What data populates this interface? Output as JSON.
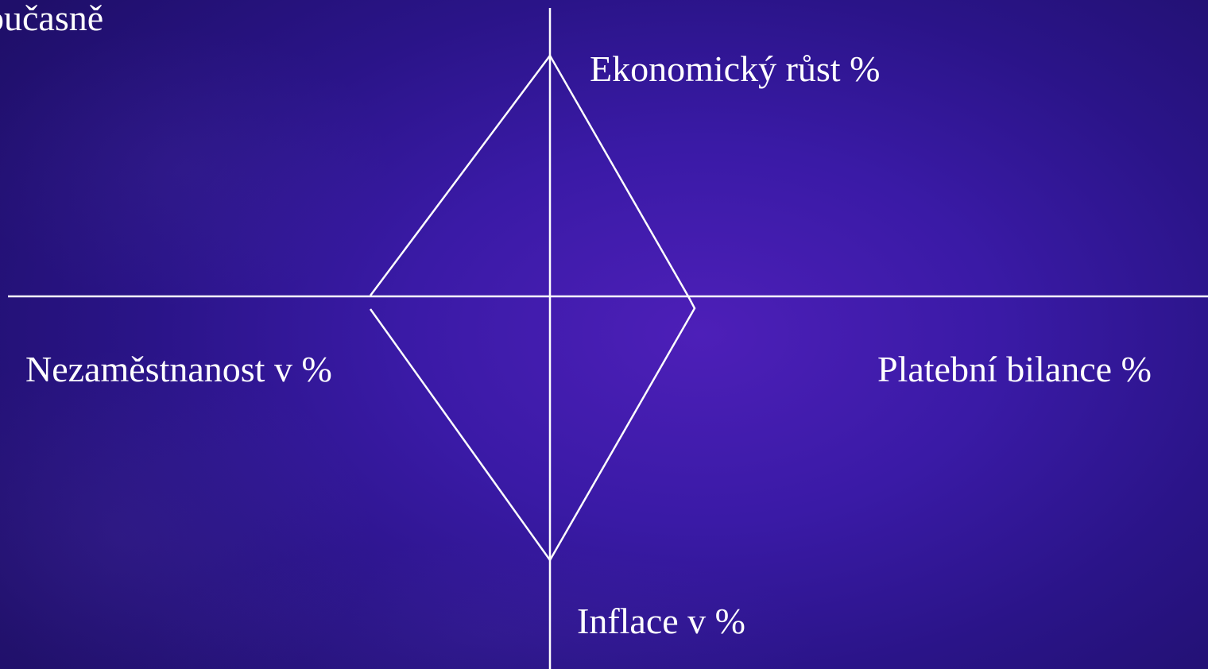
{
  "slide": {
    "heading": "oučasně",
    "axes": {
      "top": "Ekonomický růst %",
      "left": "Nezaměstnanost v %",
      "right": "Platební bilance %",
      "bottom": "Inflace v %"
    }
  },
  "colors": {
    "background_center": "#4d1fb8",
    "background_edge": "#1f0f6a",
    "line": "#ffffff",
    "text": "#ffffff"
  }
}
